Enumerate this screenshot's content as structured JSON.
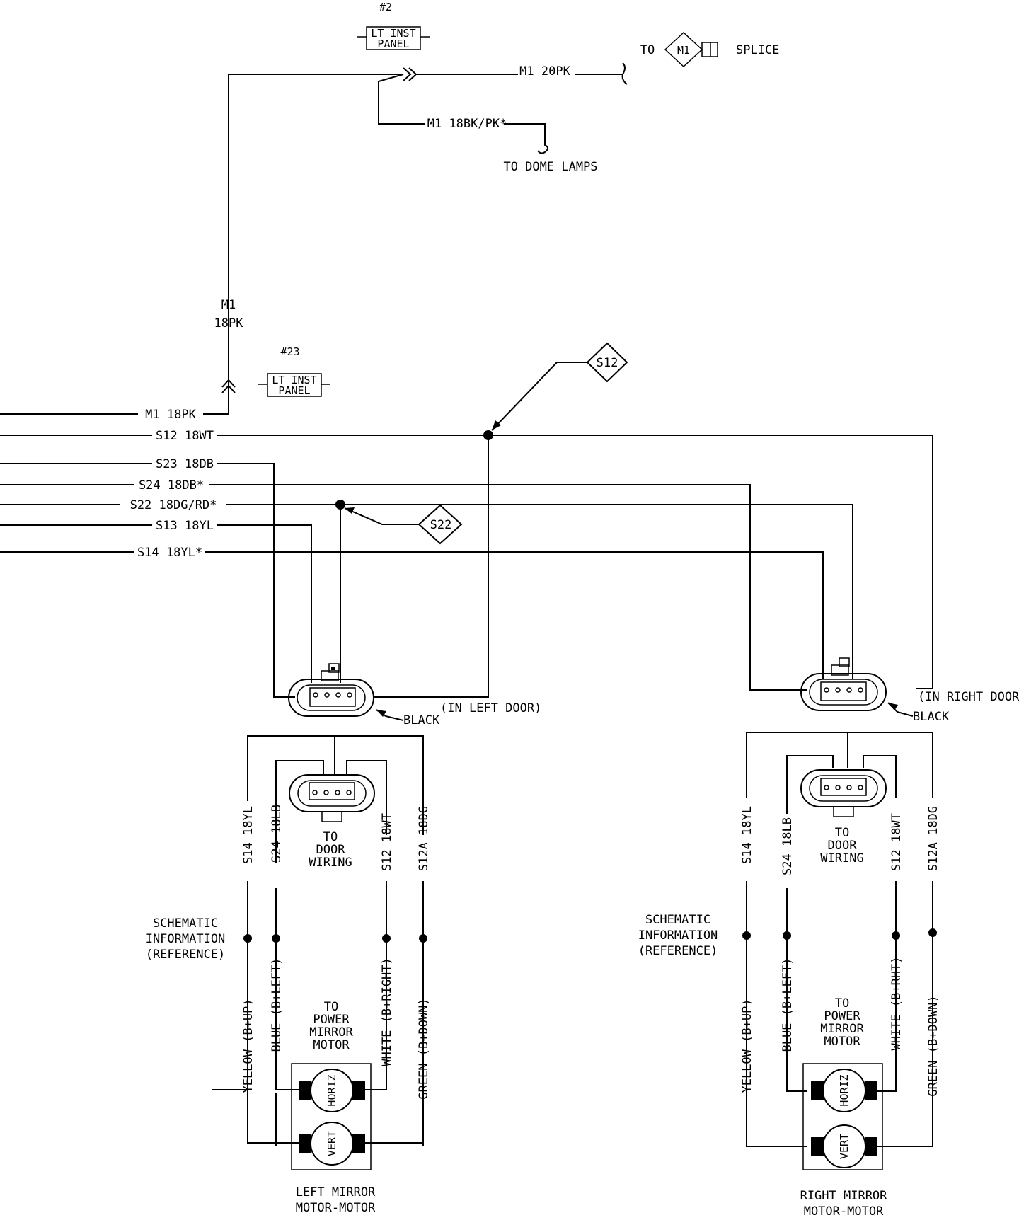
{
  "connectors": {
    "top_ref": "#2",
    "top_panel_line1": "LT INST",
    "top_panel_line2": "PANEL",
    "mid_ref": "#23",
    "mid_panel_line1": "LT INST",
    "mid_panel_line2": "PANEL"
  },
  "top_circuit": {
    "m1_20pk": "M1 20PK",
    "to_label": "TO",
    "m1_diamond": "M1",
    "splice": "SPLICE",
    "m1_18bkpk": "M1 18BK/PK*",
    "to_dome_lamps": "TO DOME LAMPS",
    "vertical_m1": "M1",
    "vertical_18pk": "18PK"
  },
  "wires": [
    {
      "id": "m1",
      "label": "M1 18PK"
    },
    {
      "id": "s12",
      "label": "S12 18WT"
    },
    {
      "id": "s23",
      "label": "S23 18DB"
    },
    {
      "id": "s24",
      "label": "S24 18DB*"
    },
    {
      "id": "s22",
      "label": "S22 18DG/RD*"
    },
    {
      "id": "s13",
      "label": "S13 18YL"
    },
    {
      "id": "s14",
      "label": "S14 18YL*"
    }
  ],
  "splices": {
    "s12": "S12",
    "s22": "S22"
  },
  "left_door": {
    "color": "BLACK",
    "location": "(IN LEFT DOOR)",
    "wire_labels": [
      "S14 18YL",
      "S24 18LB",
      "S12 18WT",
      "S12A 18DG"
    ],
    "to_door_wiring": [
      "TO",
      "DOOR",
      "WIRING"
    ],
    "schematic_info": [
      "SCHEMATIC",
      "INFORMATION",
      "(REFERENCE)"
    ],
    "color_labels": [
      "YELLOW (B+UP)",
      "BLUE (B+LEFT)",
      "WHITE (B+RIGHT)",
      "GREEN (B+DOWN)"
    ],
    "to_motor": [
      "TO",
      "POWER",
      "MIRROR",
      "MOTOR"
    ],
    "motor_horiz": "HORIZ",
    "motor_vert": "VERT",
    "title": [
      "LEFT MIRROR",
      "MOTOR-MOTOR",
      "(INSIDE MIRROR)"
    ]
  },
  "right_door": {
    "color": "BLACK",
    "location": "(IN RIGHT DOOR)",
    "wire_labels": [
      "S14 18YL",
      "S24 18LB",
      "S12 18WT",
      "S12A 18DG"
    ],
    "to_door_wiring": [
      "TO",
      "DOOR",
      "WIRING"
    ],
    "schematic_info": [
      "SCHEMATIC",
      "INFORMATION",
      "(REFERENCE)"
    ],
    "color_labels": [
      "YELLOW (B+UP)",
      "BLUE (B+LEFT)",
      "WHITE (B+RHT)",
      "GREEN (B+DOWN)"
    ],
    "to_motor": [
      "TO",
      "POWER",
      "MIRROR",
      "MOTOR"
    ],
    "motor_horiz": "HORIZ",
    "motor_vert": "VERT",
    "title": [
      "RIGHT MIRROR",
      "MOTOR-MOTOR",
      "(INSIDE MIRROR)"
    ]
  }
}
